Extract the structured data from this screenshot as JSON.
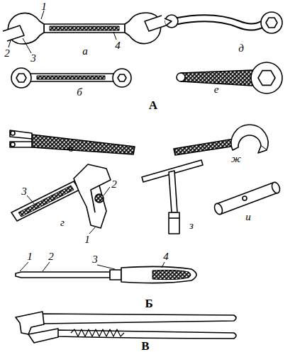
{
  "diagram": {
    "labels": [
      "1",
      "2",
      "3",
      "а",
      "4",
      "д",
      "б",
      "е",
      "А",
      "в",
      "ж",
      "2",
      "3",
      "г",
      "1",
      "з",
      "и",
      "1",
      "2",
      "3",
      "4",
      "Б",
      "В"
    ]
  }
}
